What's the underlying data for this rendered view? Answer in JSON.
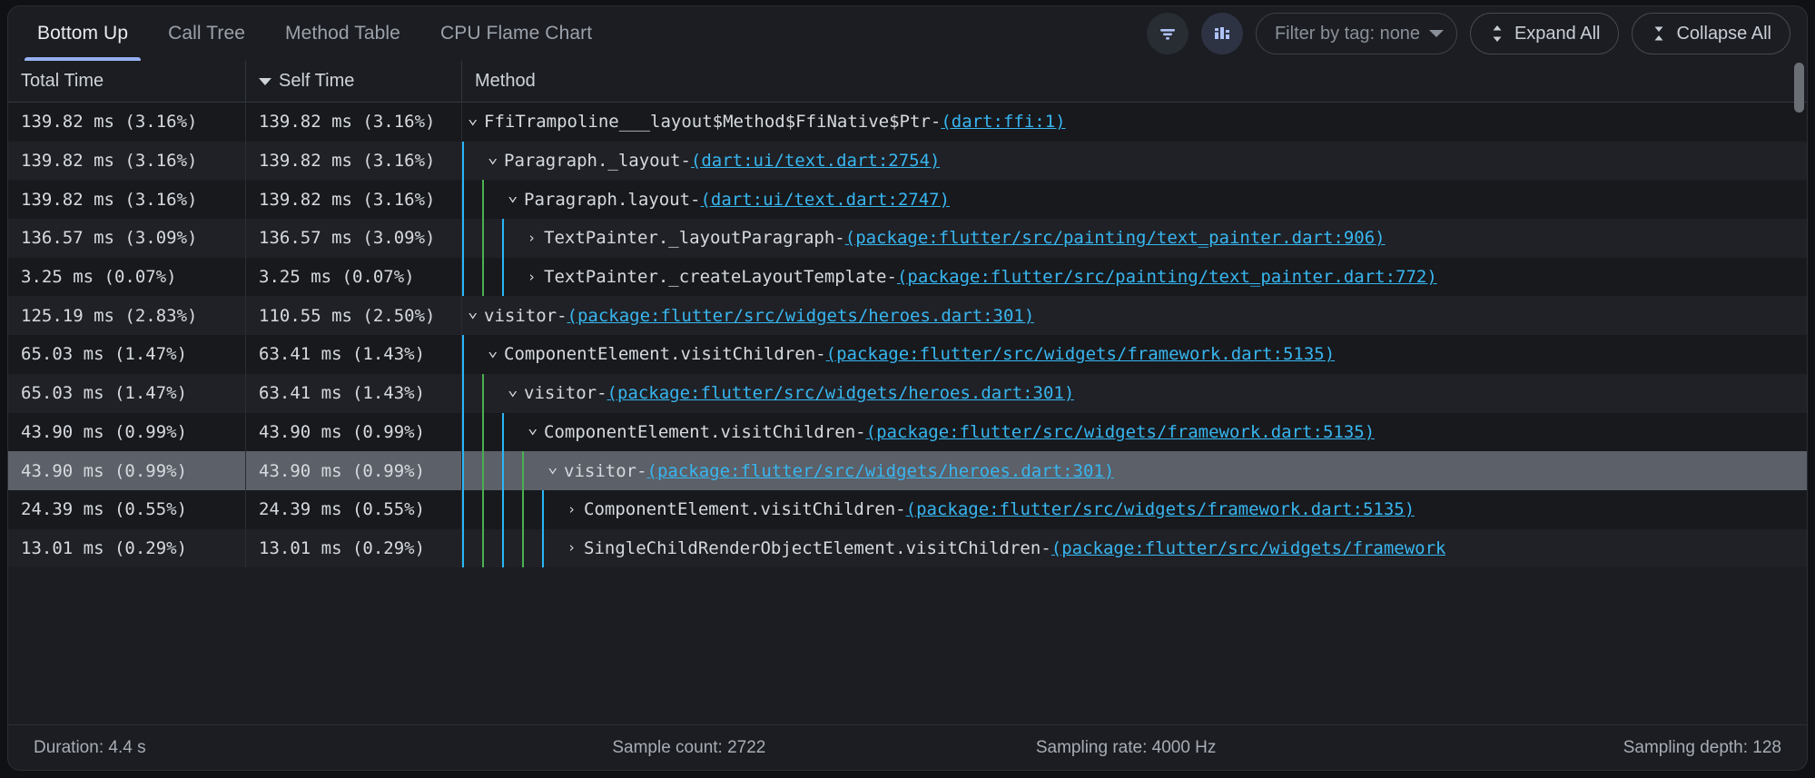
{
  "tabs": [
    {
      "label": "Bottom Up",
      "active": true
    },
    {
      "label": "Call Tree",
      "active": false
    },
    {
      "label": "Method Table",
      "active": false
    },
    {
      "label": "CPU Flame Chart",
      "active": false
    }
  ],
  "toolbar": {
    "filter_icon": "filter-icon",
    "chart_icon": "bar-chart-icon",
    "filter_by_tag_label": "Filter by tag: none",
    "expand_all_label": "Expand All",
    "collapse_all_label": "Collapse All",
    "expand_icon": "expand-vertical-icon",
    "collapse_icon": "collapse-vertical-icon"
  },
  "table": {
    "columns": [
      {
        "label": "Total Time",
        "sorted": false
      },
      {
        "label": "Self Time",
        "sorted": true,
        "direction": "desc"
      },
      {
        "label": "Method",
        "sorted": false
      }
    ],
    "rows": [
      {
        "total_time": "139.82 ms (3.16%)",
        "self_time": "139.82 ms (3.16%)",
        "depth": 0,
        "chevron": "down",
        "method": "FfiTrampoline___layout$Method$FfiNative$Ptr",
        "separator": " - ",
        "location": "(dart:ffi:1)",
        "selected": false
      },
      {
        "total_time": "139.82 ms (3.16%)",
        "self_time": "139.82 ms (3.16%)",
        "depth": 1,
        "chevron": "down",
        "method": "Paragraph._layout",
        "separator": " - ",
        "location": "(dart:ui/text.dart:2754)",
        "selected": false
      },
      {
        "total_time": "139.82 ms (3.16%)",
        "self_time": "139.82 ms (3.16%)",
        "depth": 2,
        "chevron": "down",
        "method": "Paragraph.layout",
        "separator": " - ",
        "location": "(dart:ui/text.dart:2747)",
        "selected": false
      },
      {
        "total_time": "136.57 ms (3.09%)",
        "self_time": "136.57 ms (3.09%)",
        "depth": 3,
        "chevron": "right",
        "method": "TextPainter._layoutParagraph",
        "separator": " - ",
        "location": "(package:flutter/src/painting/text_painter.dart:906)",
        "selected": false
      },
      {
        "total_time": "3.25 ms (0.07%)",
        "self_time": "3.25 ms (0.07%)",
        "depth": 3,
        "chevron": "right",
        "method": "TextPainter._createLayoutTemplate",
        "separator": " - ",
        "location": "(package:flutter/src/painting/text_painter.dart:772)",
        "selected": false
      },
      {
        "total_time": "125.19 ms (2.83%)",
        "self_time": "110.55 ms (2.50%)",
        "depth": 0,
        "chevron": "down",
        "method": "visitor",
        "separator": " - ",
        "location": "(package:flutter/src/widgets/heroes.dart:301)",
        "selected": false
      },
      {
        "total_time": "65.03 ms (1.47%)",
        "self_time": "63.41 ms (1.43%)",
        "depth": 1,
        "chevron": "down",
        "method": "ComponentElement.visitChildren",
        "separator": " - ",
        "location": "(package:flutter/src/widgets/framework.dart:5135)",
        "selected": false
      },
      {
        "total_time": "65.03 ms (1.47%)",
        "self_time": "63.41 ms (1.43%)",
        "depth": 2,
        "chevron": "down",
        "method": "visitor",
        "separator": " - ",
        "location": "(package:flutter/src/widgets/heroes.dart:301)",
        "selected": false
      },
      {
        "total_time": "43.90 ms (0.99%)",
        "self_time": "43.90 ms (0.99%)",
        "depth": 3,
        "chevron": "down",
        "method": "ComponentElement.visitChildren",
        "separator": " - ",
        "location": "(package:flutter/src/widgets/framework.dart:5135)",
        "selected": false
      },
      {
        "total_time": "43.90 ms (0.99%)",
        "self_time": "43.90 ms (0.99%)",
        "depth": 4,
        "chevron": "down",
        "method": "visitor",
        "separator": " - ",
        "location": "(package:flutter/src/widgets/heroes.dart:301)",
        "selected": true
      },
      {
        "total_time": "24.39 ms (0.55%)",
        "self_time": "24.39 ms (0.55%)",
        "depth": 5,
        "chevron": "right",
        "method": "ComponentElement.visitChildren",
        "separator": " - ",
        "location": "(package:flutter/src/widgets/framework.dart:5135)",
        "selected": false
      },
      {
        "total_time": "13.01 ms (0.29%)",
        "self_time": "13.01 ms (0.29%)",
        "depth": 5,
        "chevron": "right",
        "method": "SingleChildRenderObjectElement.visitChildren",
        "separator": " - ",
        "location": "(package:flutter/src/widgets/framework",
        "selected": false
      }
    ]
  },
  "footer": {
    "duration": "Duration: 4.4 s",
    "sample_count": "Sample count: 2722",
    "sampling_rate": "Sampling rate: 4000 Hz",
    "sampling_depth": "Sampling depth: 128"
  },
  "colors": {
    "accent_blue": "#96b1f0",
    "link_blue": "#38b6f0",
    "guide_cyan": "#29b6f6",
    "guide_green": "#4caf50",
    "panel_bg": "#1b1d22",
    "row_odd": "#1f2126",
    "row_even": "#17191d",
    "row_selected": "#5c6068"
  }
}
